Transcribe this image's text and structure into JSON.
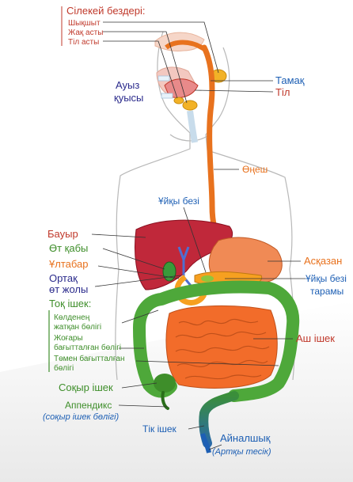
{
  "colors": {
    "red": "#c0392b",
    "orange": "#e8721e",
    "blue": "#1d5fb4",
    "navy": "#2b2b8c",
    "green": "#3e8e2a",
    "dark": "#222222",
    "body_outline": "#b8b8b8"
  },
  "salivary": {
    "title": "Сілекей бездері:",
    "items": [
      "Шықшыт",
      "Жақ асты",
      "Тіл асты"
    ]
  },
  "labels": {
    "mouth_line1": "Ауыз",
    "mouth_line2": "қуысы",
    "pharynx": "Тамақ",
    "tongue": "Тіл",
    "esophagus": "Өңеш",
    "pancreas": "Ұйқы безі",
    "liver": "Бауыр",
    "gallbladder": "Өт қабы",
    "duodenum": "Ұлтабар",
    "bile_duct_line1": "Ортақ",
    "bile_duct_line2": "өт жолы",
    "stomach": "Асқазан",
    "pancreatic_duct_line1": "Ұйқы безі",
    "pancreatic_duct_line2": "тарамы",
    "small_intestine": "Аш ішек",
    "cecum": "Соқыр ішек",
    "appendix_line1": "Аппендикс",
    "appendix_line2": "(соқыр ішек бөлігі)",
    "rectum": "Тік ішек",
    "anus_line1": "Айналшық",
    "anus_line2": "(Артқы тесік)"
  },
  "colon": {
    "title": "Тоқ ішек:",
    "items": [
      "Көлденең",
      "жатқан бөлігі",
      "Жоғары",
      "бағытталған бөлігі",
      "Төмен бағытталған",
      "бөлігі"
    ]
  }
}
